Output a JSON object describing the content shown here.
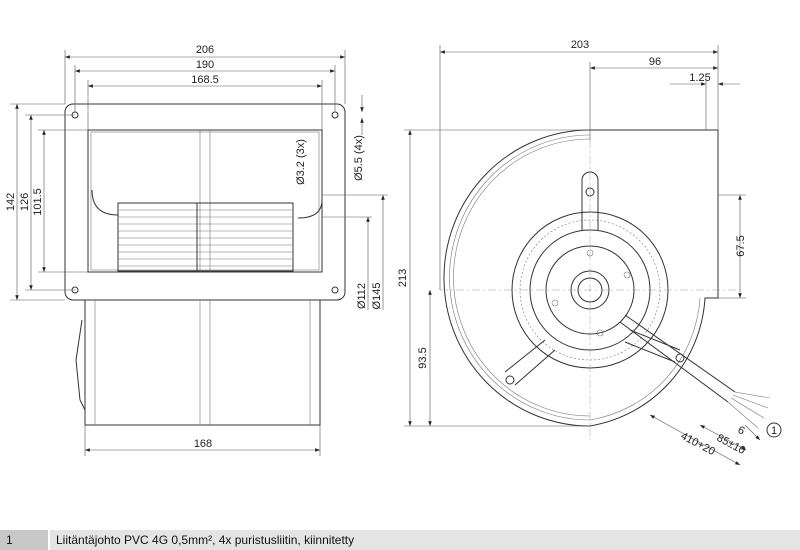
{
  "front_view": {
    "dims": {
      "w206": "206",
      "w190": "190",
      "w168_5": "168.5",
      "w168": "168",
      "h142": "142",
      "h126": "126",
      "h101_5": "101.5",
      "d3_2": "Ø3.2 (3x)",
      "d5_5": "Ø5.5 (4x)",
      "d112": "Ø112",
      "d145": "Ø145"
    }
  },
  "side_view": {
    "dims": {
      "w203": "203",
      "w96": "96",
      "w1_25": "1.25",
      "h213": "213",
      "h93_5": "93.5",
      "h67_5": "67.5",
      "c6": "6",
      "c85": "85±10",
      "c410": "410+20"
    },
    "callout": "1"
  },
  "legend": [
    {
      "number": "1",
      "text": "Liitäntäjohto PVC 4G 0,5mm², 4x puristusliitin, kiinnitetty"
    }
  ]
}
